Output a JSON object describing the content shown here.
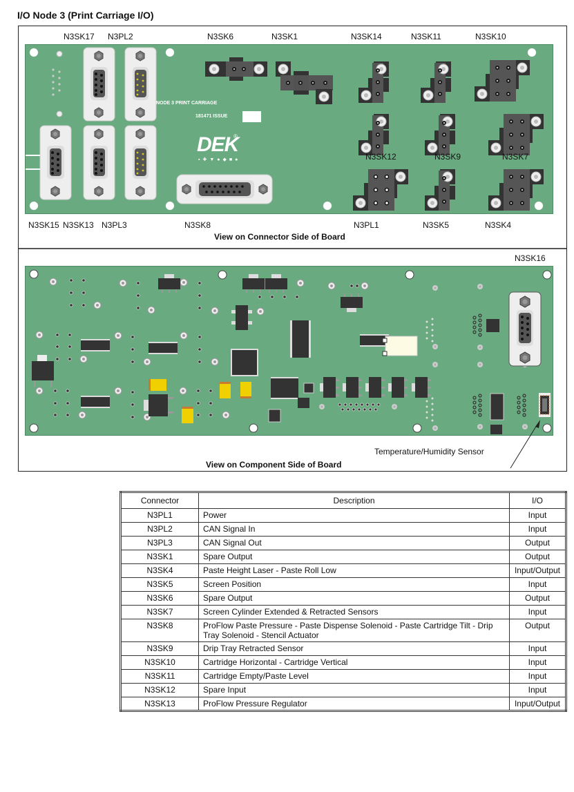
{
  "page": {
    "title": "I/O Node 3 (Print Carriage I/O)"
  },
  "connector_view": {
    "top_labels": [
      "N3SK17",
      "N3PL2",
      "N3SK6",
      "N3SK1",
      "N3SK14",
      "N3SK11",
      "N3SK10"
    ],
    "mid_labels": [
      "N3SK12",
      "N3SK9",
      "N3SK7"
    ],
    "bottom_labels": [
      "N3SK15",
      "N3SK13",
      "N3PL3",
      "N3SK8",
      "N3PL1",
      "N3SK5",
      "N3SK4"
    ],
    "silkscreen_line1": "NODE 3 PRINT CARRIAGE",
    "silkscreen_line2": "181471 ISSUE",
    "logo_text": "DEK",
    "logo_mark": "®",
    "caption": "View on Connector Side of Board"
  },
  "component_view": {
    "connector_label": "N3SK16",
    "sensor_label": "Temperature/Humidity Sensor",
    "caption": "View on Component Side of Board"
  },
  "colors": {
    "board_green": "#6aaa80",
    "component_dark": "#333333",
    "tantalum_yellow": "#f0d000",
    "relay_cream": "#fdfbe3"
  },
  "table": {
    "headers": [
      "Connector",
      "Description",
      "I/O"
    ],
    "rows": [
      {
        "connector": "N3PL1",
        "description": "Power",
        "io": "Input"
      },
      {
        "connector": "N3PL2",
        "description": "CAN Signal In",
        "io": "Input"
      },
      {
        "connector": "N3PL3",
        "description": "CAN Signal Out",
        "io": "Output"
      },
      {
        "connector": "N3SK1",
        "description": "Spare Output",
        "io": "Output"
      },
      {
        "connector": "N3SK4",
        "description": "Paste Height Laser - Paste Roll Low",
        "io": "Input/Output"
      },
      {
        "connector": "N3SK5",
        "description": "Screen Position",
        "io": "Input"
      },
      {
        "connector": "N3SK6",
        "description": "Spare Output",
        "io": "Output"
      },
      {
        "connector": "N3SK7",
        "description": "Screen Cylinder Extended & Retracted Sensors",
        "io": "Input"
      },
      {
        "connector": "N3SK8",
        "description": "ProFlow Paste Pressure - Paste Dispense Solenoid - Paste Cartridge Tilt - Drip Tray Solenoid - Stencil Actuator",
        "io": "Output"
      },
      {
        "connector": "N3SK9",
        "description": "Drip Tray Retracted Sensor",
        "io": "Input"
      },
      {
        "connector": "N3SK10",
        "description": "Cartridge Horizontal - Cartridge Vertical",
        "io": "Input"
      },
      {
        "connector": "N3SK11",
        "description": "Cartridge Empty/Paste Level",
        "io": "Input"
      },
      {
        "connector": "N3SK12",
        "description": "Spare Input",
        "io": "Input"
      },
      {
        "connector": "N3SK13",
        "description": "ProFlow Pressure Regulator",
        "io": "Input/Output"
      }
    ]
  }
}
